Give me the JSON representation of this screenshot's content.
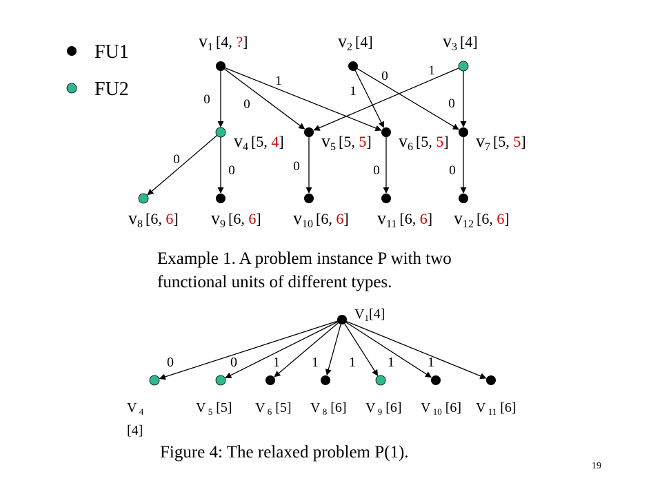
{
  "colors": {
    "fu1": "#000000",
    "fu2": "#2fb890",
    "red": "#cc0000"
  },
  "legend": [
    {
      "label": "FU1",
      "type": "fu1"
    },
    {
      "label": "FU2",
      "type": "fu2"
    }
  ],
  "example": {
    "nodes": [
      {
        "id": "v1",
        "sub": "1",
        "type": "fu1",
        "open": "[4, ",
        "red": "?",
        "close": "]"
      },
      {
        "id": "v2",
        "sub": "2",
        "type": "fu1",
        "open": "[4]",
        "red": "",
        "close": ""
      },
      {
        "id": "v3",
        "sub": "3",
        "type": "fu2",
        "open": "[4]",
        "red": "",
        "close": ""
      },
      {
        "id": "v4",
        "sub": "4",
        "type": "fu2",
        "open": "[5, ",
        "red": "4",
        "close": "]"
      },
      {
        "id": "v5",
        "sub": "5",
        "type": "fu1",
        "open": "[5, ",
        "red": "5",
        "close": "]"
      },
      {
        "id": "v6",
        "sub": "6",
        "type": "fu1",
        "open": "[5, ",
        "red": "5",
        "close": "]"
      },
      {
        "id": "v7",
        "sub": "7",
        "type": "fu1",
        "open": "[5, ",
        "red": "5",
        "close": "]"
      },
      {
        "id": "v8",
        "sub": "8",
        "type": "fu2",
        "open": "[6, ",
        "red": "6",
        "close": "]"
      },
      {
        "id": "v9",
        "sub": "9",
        "type": "fu1",
        "open": "[6, ",
        "red": "6",
        "close": "]"
      },
      {
        "id": "v10",
        "sub": "10",
        "type": "fu1",
        "open": "[6, ",
        "red": "6",
        "close": "]"
      },
      {
        "id": "v11",
        "sub": "11",
        "type": "fu1",
        "open": "[6, ",
        "red": "6",
        "close": "]"
      },
      {
        "id": "v12",
        "sub": "12",
        "type": "fu1",
        "open": "[6, ",
        "red": "6",
        "close": "]"
      }
    ],
    "edges": [
      {
        "from": "v1",
        "to": "v4",
        "weight": "0"
      },
      {
        "from": "v1",
        "to": "v5",
        "weight": "0"
      },
      {
        "from": "v1",
        "to": "v6",
        "weight": "1"
      },
      {
        "from": "v2",
        "to": "v6",
        "weight": "1"
      },
      {
        "from": "v2",
        "to": "v7",
        "weight": "0"
      },
      {
        "from": "v3",
        "to": "v5",
        "weight": "1"
      },
      {
        "from": "v3",
        "to": "v7",
        "weight": "0"
      },
      {
        "from": "v4",
        "to": "v8",
        "weight": "0"
      },
      {
        "from": "v4",
        "to": "v9",
        "weight": "0"
      },
      {
        "from": "v5",
        "to": "v10",
        "weight": "0"
      },
      {
        "from": "v6",
        "to": "v11",
        "weight": "0"
      },
      {
        "from": "v7",
        "to": "v12",
        "weight": "0"
      }
    ],
    "caption_line1": "Example 1. A problem instance P with two",
    "caption_line2": "functional units of different types."
  },
  "relaxed": {
    "root": {
      "main": "V",
      "sub": "1",
      "label": "[4]",
      "type": "fu1"
    },
    "children": [
      {
        "main": "V",
        "sub": "4",
        "label": "[4]",
        "weight": "0",
        "type": "fu2"
      },
      {
        "main": "V",
        "sub": "5",
        "label": "[5]",
        "weight": "0",
        "type": "fu2"
      },
      {
        "main": "V",
        "sub": "6",
        "label": "[5]",
        "weight": "1",
        "type": "fu1"
      },
      {
        "main": "V",
        "sub": "8",
        "label": "[6]",
        "weight": "1",
        "type": "fu1"
      },
      {
        "main": "V",
        "sub": "9",
        "label": "[6]",
        "weight": "1",
        "type": "fu2"
      },
      {
        "main": "V",
        "sub": "10",
        "label": "[6]",
        "weight": "1",
        "type": "fu1"
      },
      {
        "main": "V",
        "sub": "11",
        "label": "[6]",
        "weight": "1",
        "type": "fu1"
      }
    ],
    "caption": "Figure 4: The relaxed problem P(1)."
  },
  "page_number": "19"
}
